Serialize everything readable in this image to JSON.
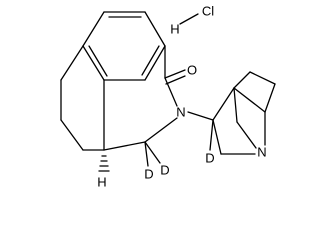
{
  "molecule": {
    "atoms": {
      "oxygen": "O",
      "nitrogen_amide": "N",
      "nitrogen_bridgehead": "N",
      "deuterium_ch2_left": "D",
      "deuterium_ch2_right": "D",
      "hydrogen_stereo": "H",
      "deuterium_quinuclidine": "D"
    },
    "salt": {
      "hydrogen": "H",
      "chlorine": "Cl"
    }
  }
}
